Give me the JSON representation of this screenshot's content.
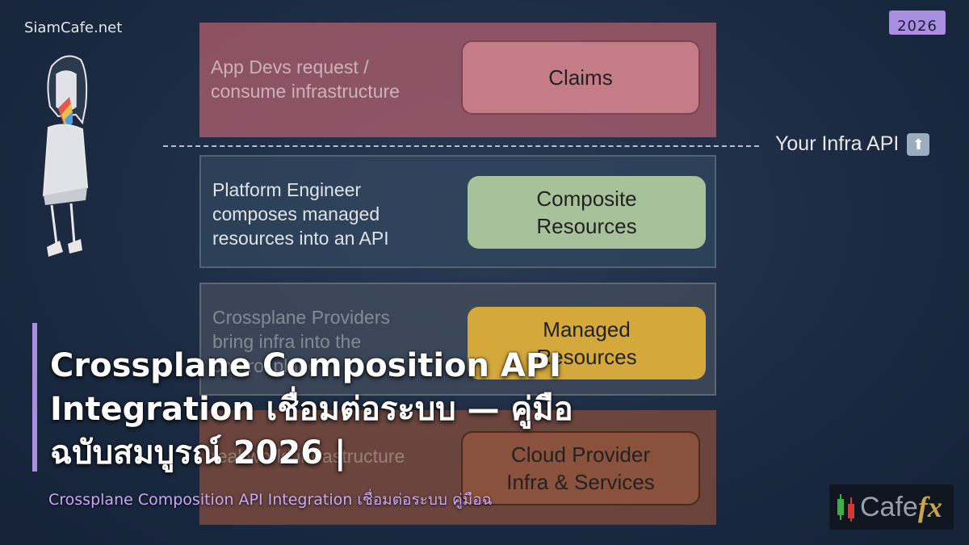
{
  "header": {
    "site_name": "SiamCafe.net",
    "year_badge": "2026"
  },
  "diagram": {
    "api_label": "Your Infra API",
    "arrow_icon": "up-arrow-icon",
    "layers": [
      {
        "description": "App Devs request /\nconsume infrastructure",
        "box_label": "Claims",
        "color": "#c47c86"
      },
      {
        "description": "Platform Engineer\ncomposes managed\nresources into an API",
        "box_label": "Composite\nResources",
        "color": "#a7c29a"
      },
      {
        "description": "Crossplane Providers\nbring infra into the\ncontrol plane",
        "box_label": "Managed\nResources",
        "color": "#d4a83a"
      },
      {
        "description": "real world infrastructure",
        "box_label": "Cloud Provider\nInfra & Services",
        "color": "#a05a3c"
      }
    ]
  },
  "article": {
    "title": "Crossplane Composition API Integration เชื่อมต่อระบบ — คู่มือฉบับสมบูรณ์ 2026 |",
    "subtitle": "Crossplane Composition API Integration เชื่อมต่อระบบ คู่มือฉ",
    "accent_color": "#a98fe0"
  },
  "logo": {
    "text_cafe": "Cafe",
    "text_fx": "fx"
  }
}
